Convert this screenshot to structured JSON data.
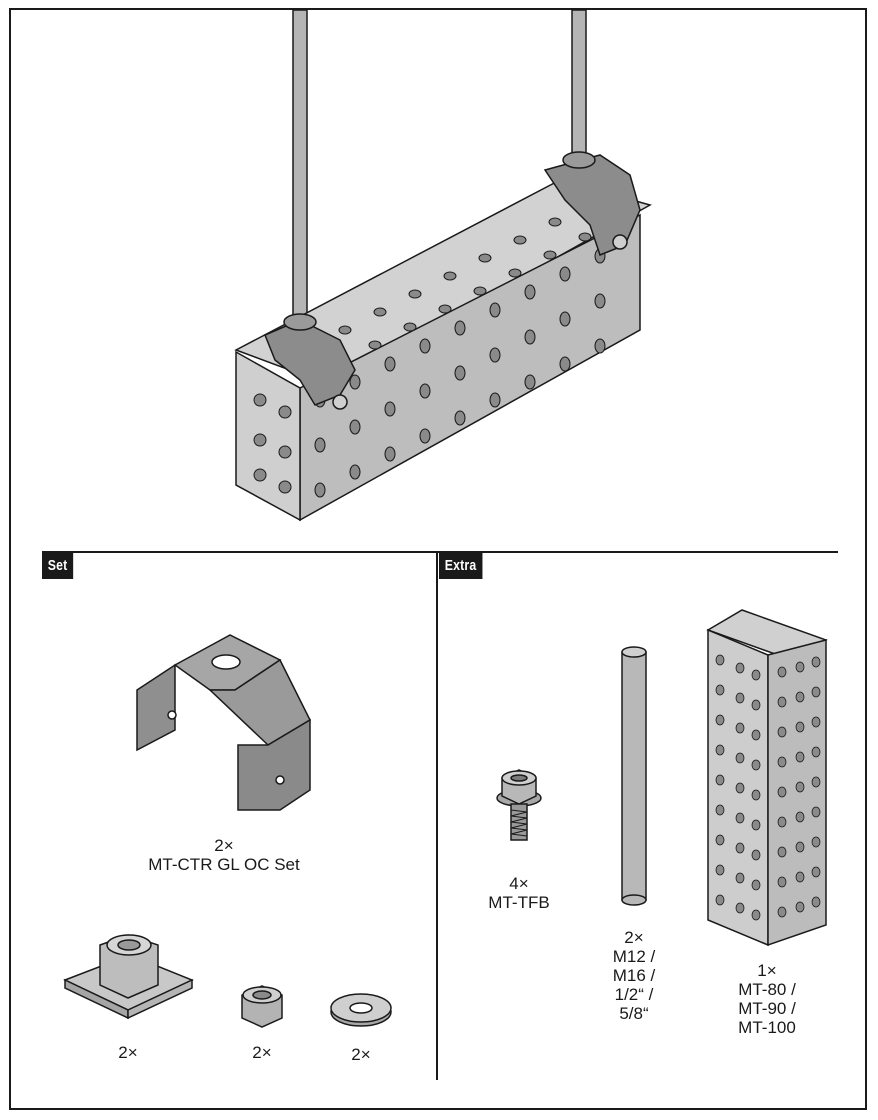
{
  "colors": {
    "line": "#1a1a1a",
    "metal_light": "#c9c9c9",
    "metal_mid": "#a3a3a3",
    "metal_dark": "#7a7a7a",
    "bracket": "#8c8c8c"
  },
  "sections": {
    "set": {
      "tag": "Set"
    },
    "extra": {
      "tag": "Extra"
    }
  },
  "items": {
    "bracket": {
      "qty": "2×",
      "name": "MT-CTR GL OC Set"
    },
    "base_plate": {
      "qty": "2×"
    },
    "nut": {
      "qty": "2×"
    },
    "washer": {
      "qty": "2×"
    },
    "bolt": {
      "qty": "4×",
      "name": "MT-TFB"
    },
    "rod": {
      "qty": "2×",
      "sizes": [
        "M12 /",
        "M16 /",
        "1/2“ /",
        "5/8“"
      ]
    },
    "profile": {
      "qty": "1×",
      "sizes": [
        "MT-80 /",
        "MT-90 /",
        "MT-100"
      ]
    }
  },
  "icons": [
    "threaded-rod-icon",
    "channel-profile-icon",
    "bracket-icon",
    "base-plate-icon",
    "hex-nut-icon",
    "washer-icon",
    "flange-bolt-icon",
    "profile-column-icon"
  ]
}
